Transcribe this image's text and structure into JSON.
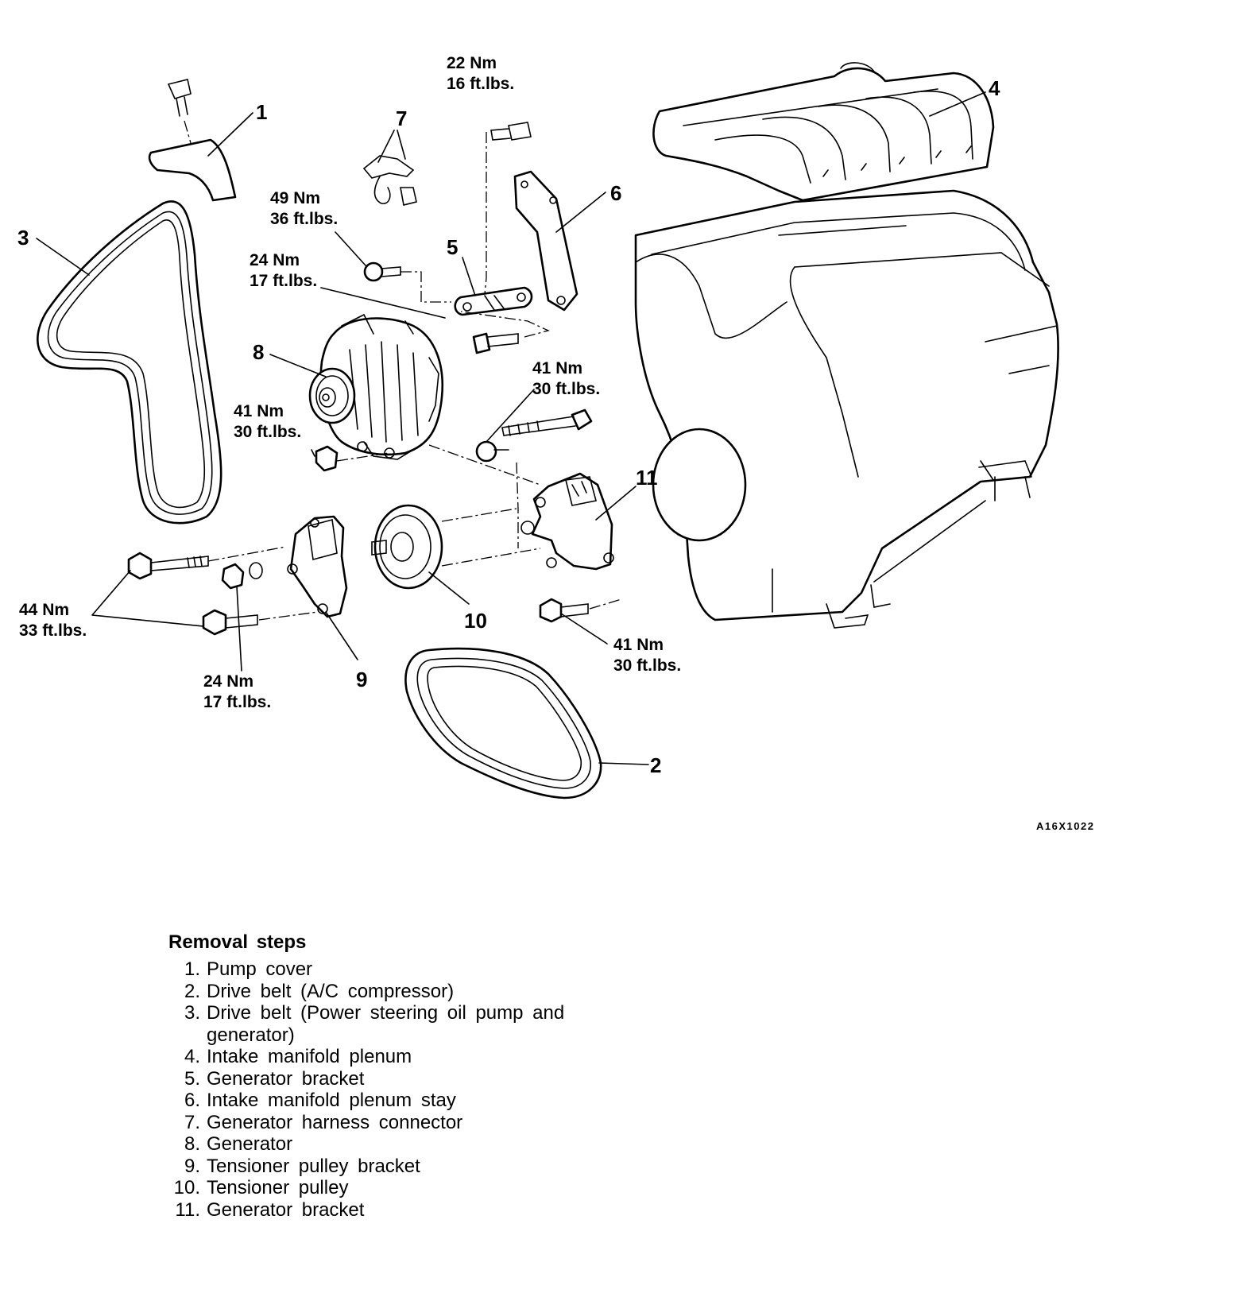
{
  "callouts": [
    "1",
    "2",
    "3",
    "4",
    "5",
    "6",
    "7",
    "8",
    "9",
    "10",
    "11"
  ],
  "torques": {
    "t22": [
      "22 Nm",
      "16 ft.lbs."
    ],
    "t49": [
      "49 Nm",
      "36 ft.lbs."
    ],
    "t24a": [
      "24 Nm",
      "17 ft.lbs."
    ],
    "t41a": [
      "41 Nm",
      "30 ft.lbs."
    ],
    "t41b": [
      "41 Nm",
      "30 ft.lbs."
    ],
    "t44": [
      "44 Nm",
      "33 ft.lbs."
    ],
    "t24b": [
      "24 Nm",
      "17 ft.lbs."
    ],
    "t41c": [
      "41 Nm",
      "30 ft.lbs."
    ]
  },
  "figure_code": "A16X1022",
  "removal": {
    "title": "Removal steps",
    "items": [
      {
        "num": "1.",
        "text": "Pump cover"
      },
      {
        "num": "2.",
        "text": "Drive belt (A/C compressor)"
      },
      {
        "num": "3.",
        "text": "Drive belt (Power steering oil pump and generator)"
      },
      {
        "num": "4.",
        "text": "Intake manifold plenum"
      },
      {
        "num": "5.",
        "text": "Generator bracket"
      },
      {
        "num": "6.",
        "text": "Intake manifold plenum stay"
      },
      {
        "num": "7.",
        "text": "Generator harness connector"
      },
      {
        "num": "8.",
        "text": "Generator"
      },
      {
        "num": "9.",
        "text": "Tensioner pulley bracket"
      },
      {
        "num": "10.",
        "text": "Tensioner pulley"
      },
      {
        "num": "11.",
        "text": "Generator bracket"
      }
    ]
  }
}
